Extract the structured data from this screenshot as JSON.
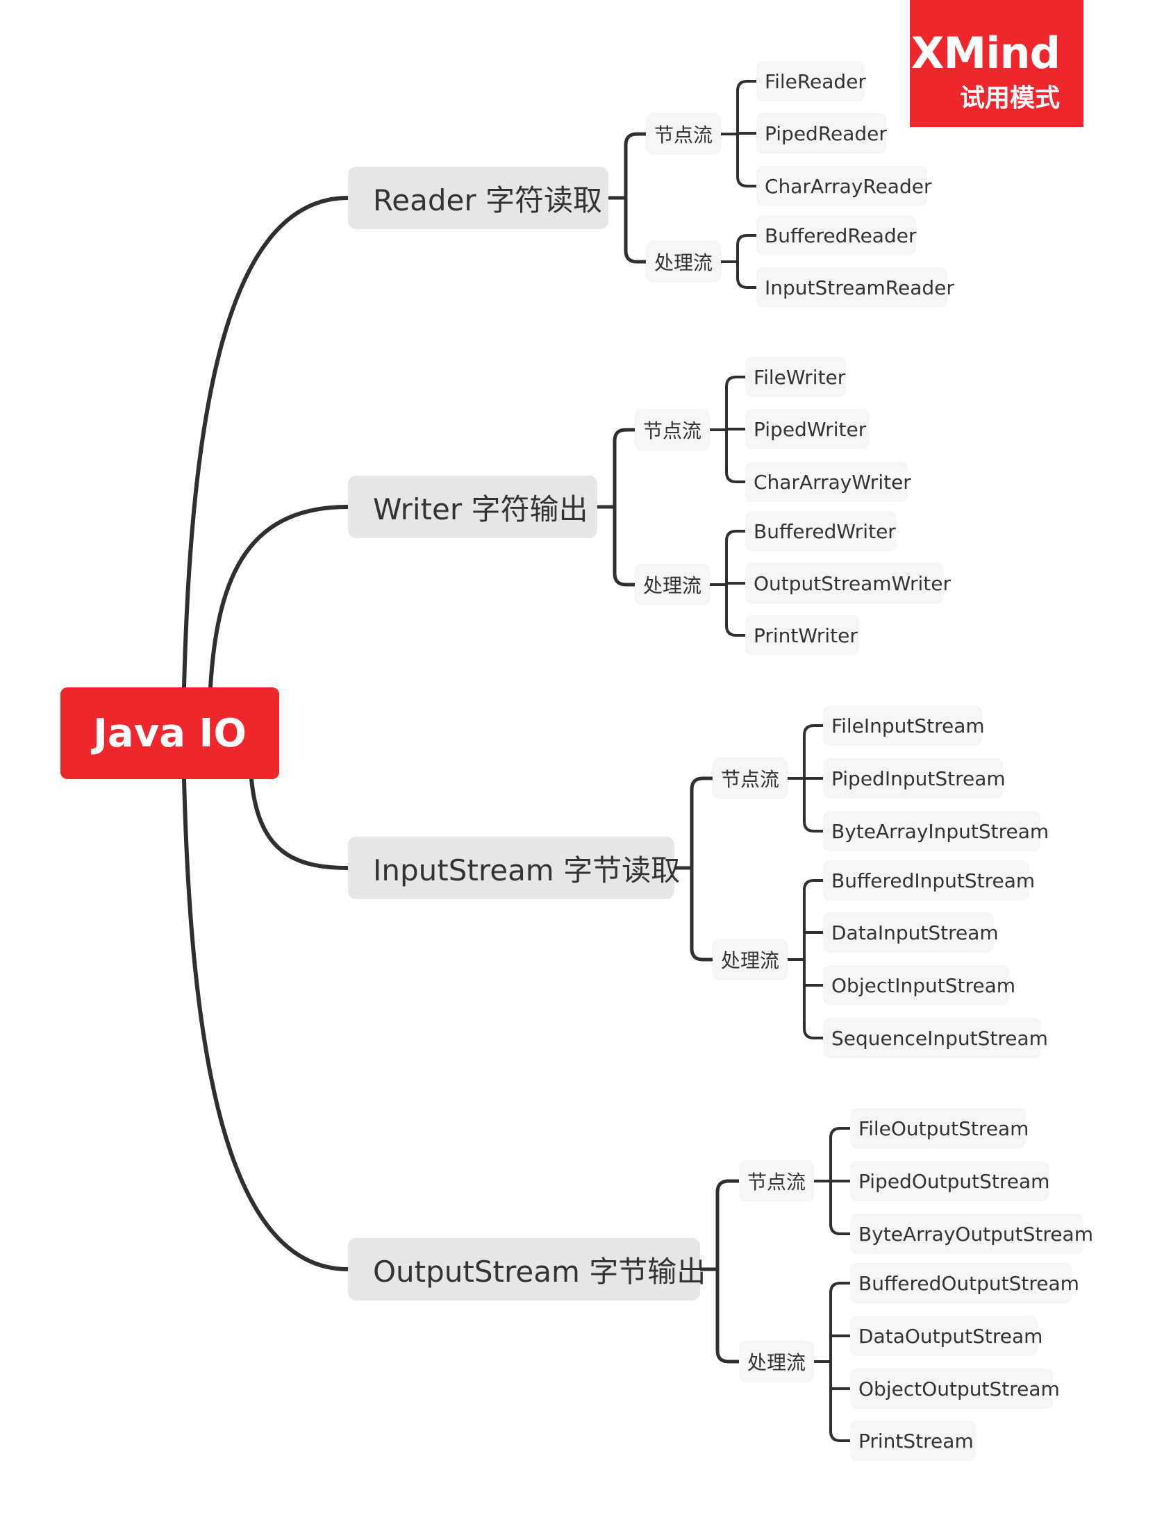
{
  "badge": {
    "brand": "XMind",
    "mode": "试用模式"
  },
  "root": {
    "label": "Java IO"
  },
  "branches": [
    {
      "label": "Reader 字符读取",
      "groups": [
        {
          "label": "节点流",
          "items": [
            "FileReader",
            "PipedReader",
            "CharArrayReader"
          ]
        },
        {
          "label": "处理流",
          "items": [
            "BufferedReader",
            "InputStreamReader"
          ]
        }
      ]
    },
    {
      "label": "Writer 字符输出",
      "groups": [
        {
          "label": "节点流",
          "items": [
            "FileWriter",
            "PipedWriter",
            "CharArrayWriter"
          ]
        },
        {
          "label": "处理流",
          "items": [
            "BufferedWriter",
            "OutputStreamWriter",
            "PrintWriter"
          ]
        }
      ]
    },
    {
      "label": "InputStream 字节读取",
      "groups": [
        {
          "label": "节点流",
          "items": [
            "FileInputStream",
            "PipedInputStream",
            "ByteArrayInputStream"
          ]
        },
        {
          "label": "处理流",
          "items": [
            "BufferedInputStream",
            "DataInputStream",
            "ObjectInputStream",
            "SequenceInputStream"
          ]
        }
      ]
    },
    {
      "label": "OutputStream 字节输出",
      "groups": [
        {
          "label": "节点流",
          "items": [
            "FileOutputStream",
            "PipedOutputStream",
            "ByteArrayOutputStream"
          ]
        },
        {
          "label": "处理流",
          "items": [
            "BufferedOutputStream",
            "DataOutputStream",
            "ObjectOutputStream",
            "PrintStream"
          ]
        }
      ]
    }
  ],
  "colors": {
    "accent": "#f0262d",
    "line": "#2f2f2f",
    "main_fill": "#e6e6e6",
    "leaf_fill": "#f6f4f4"
  }
}
